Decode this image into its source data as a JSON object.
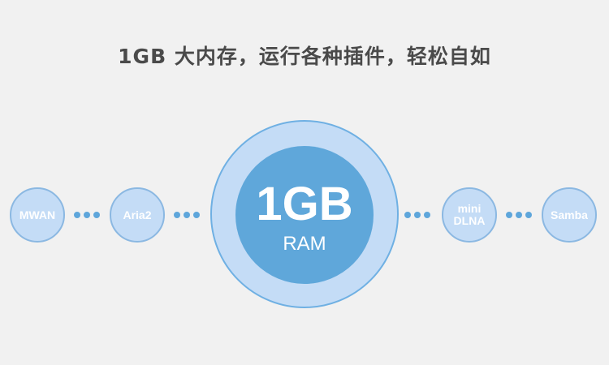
{
  "headline": "1GB 大内存，运行各种插件，轻松自如",
  "center": {
    "value": "1GB",
    "unit": "RAM"
  },
  "plugins": [
    {
      "label": "MWAN"
    },
    {
      "label": "Aria2"
    },
    {
      "label": "mini\nDLNA"
    },
    {
      "label": "Samba"
    }
  ],
  "colors": {
    "background": "#f1f1f1",
    "light_circle": "#c4dcf6",
    "accent": "#5fa7da",
    "headline_text": "#4a4a4a"
  }
}
